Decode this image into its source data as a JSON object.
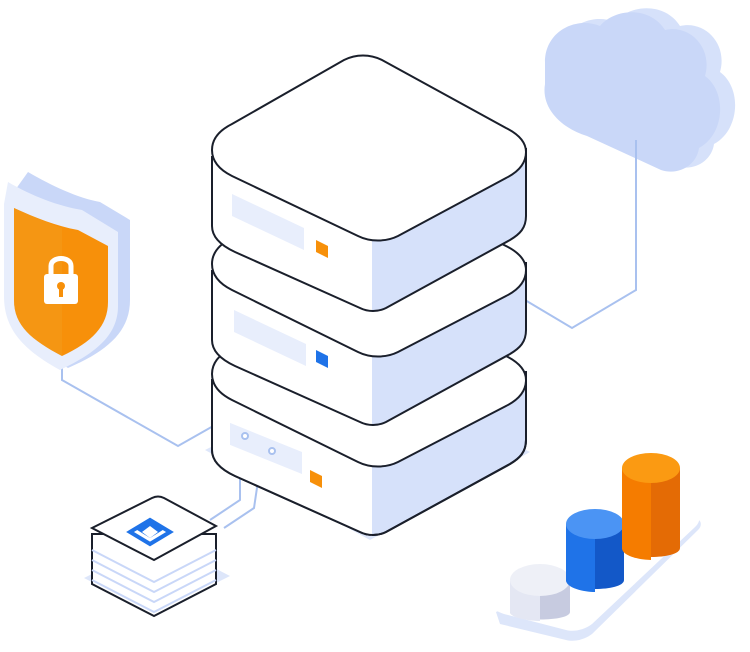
{
  "illustration": {
    "colors": {
      "outline": "#1a1f2b",
      "face_white": "#ffffff",
      "face_light": "#eef2fc",
      "side_blue": "#d6e1fa",
      "side_blue_dark": "#c3d2f6",
      "cable": "#a9c1ef",
      "shadow": "#dde6fa",
      "orange": "#f7900a",
      "orange_dark": "#e46b05",
      "blue": "#1f73e8",
      "blue_dark": "#1358c8",
      "grey_cyl": "#e4e7f3",
      "grey_cyl_dark": "#c7cbe0"
    },
    "server_leds": [
      "orange",
      "blue",
      "orange"
    ],
    "icons": [
      "shield-lock-icon",
      "cloud-icon",
      "module-logo-icon",
      "bar-cylinders-icon"
    ],
    "bar_cylinders": [
      {
        "name": "grey",
        "level": 0.35
      },
      {
        "name": "blue",
        "level": 0.6
      },
      {
        "name": "orange",
        "level": 1.0
      }
    ]
  }
}
